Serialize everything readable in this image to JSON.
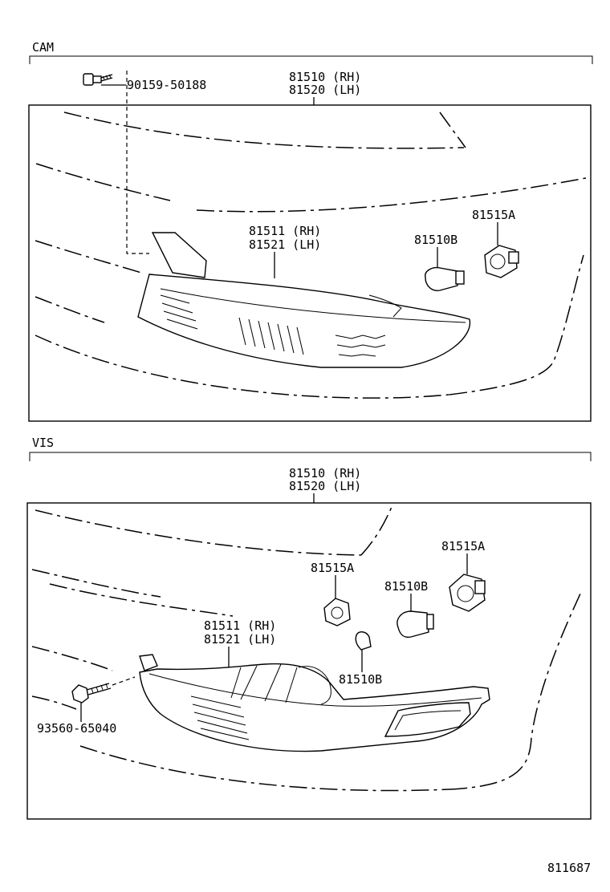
{
  "sections": {
    "cam": {
      "title": "CAM",
      "labels": {
        "bolt_part": "90159-50188",
        "assy_rh": "81510 (RH)",
        "assy_lh": "81520 (LH)",
        "lens_rh": "81511 (RH)",
        "lens_lh": "81521 (LH)",
        "bulb": "81510B",
        "socket": "81515A"
      }
    },
    "vis": {
      "title": "VIS",
      "labels": {
        "assy_rh": "81510 (RH)",
        "assy_lh": "81520 (LH)",
        "socket_right": "81515A",
        "socket_left": "81515A",
        "bulb_upper": "81510B",
        "lens_rh": "81511 (RH)",
        "lens_lh": "81521 (LH)",
        "bulb_lower": "81510B",
        "screw_part": "93560-65040"
      }
    }
  },
  "diagram_number": "811687"
}
